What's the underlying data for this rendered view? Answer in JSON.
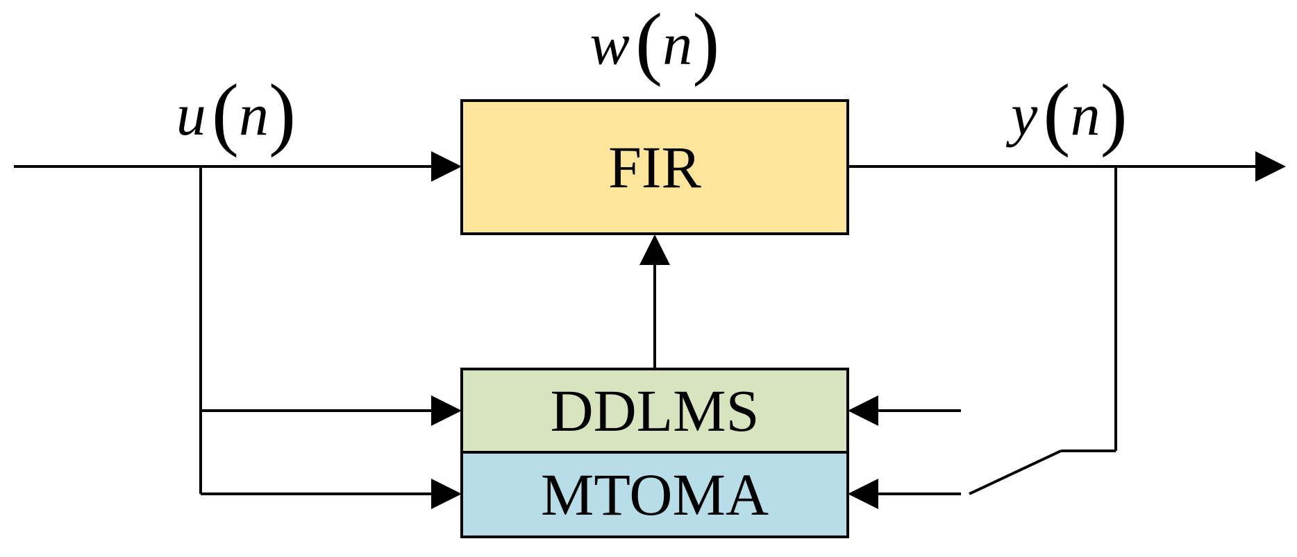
{
  "blocks": {
    "fir": {
      "label": "FIR",
      "fill": "#FDE69B"
    },
    "ddlms": {
      "label": "DDLMS",
      "fill": "#D8E4BE"
    },
    "mtoma": {
      "label": "MTOMA",
      "fill": "#B7DDE8"
    }
  },
  "signals": {
    "input": {
      "symbol": "u",
      "open": "(",
      "arg": "n",
      "close": ")"
    },
    "weights": {
      "symbol": "w",
      "open": "(",
      "arg": "n",
      "close": ")"
    },
    "output": {
      "symbol": "y",
      "open": "(",
      "arg": "n",
      "close": ")"
    }
  },
  "colors": {
    "line": "#000000",
    "background": "#FFFFFF"
  }
}
